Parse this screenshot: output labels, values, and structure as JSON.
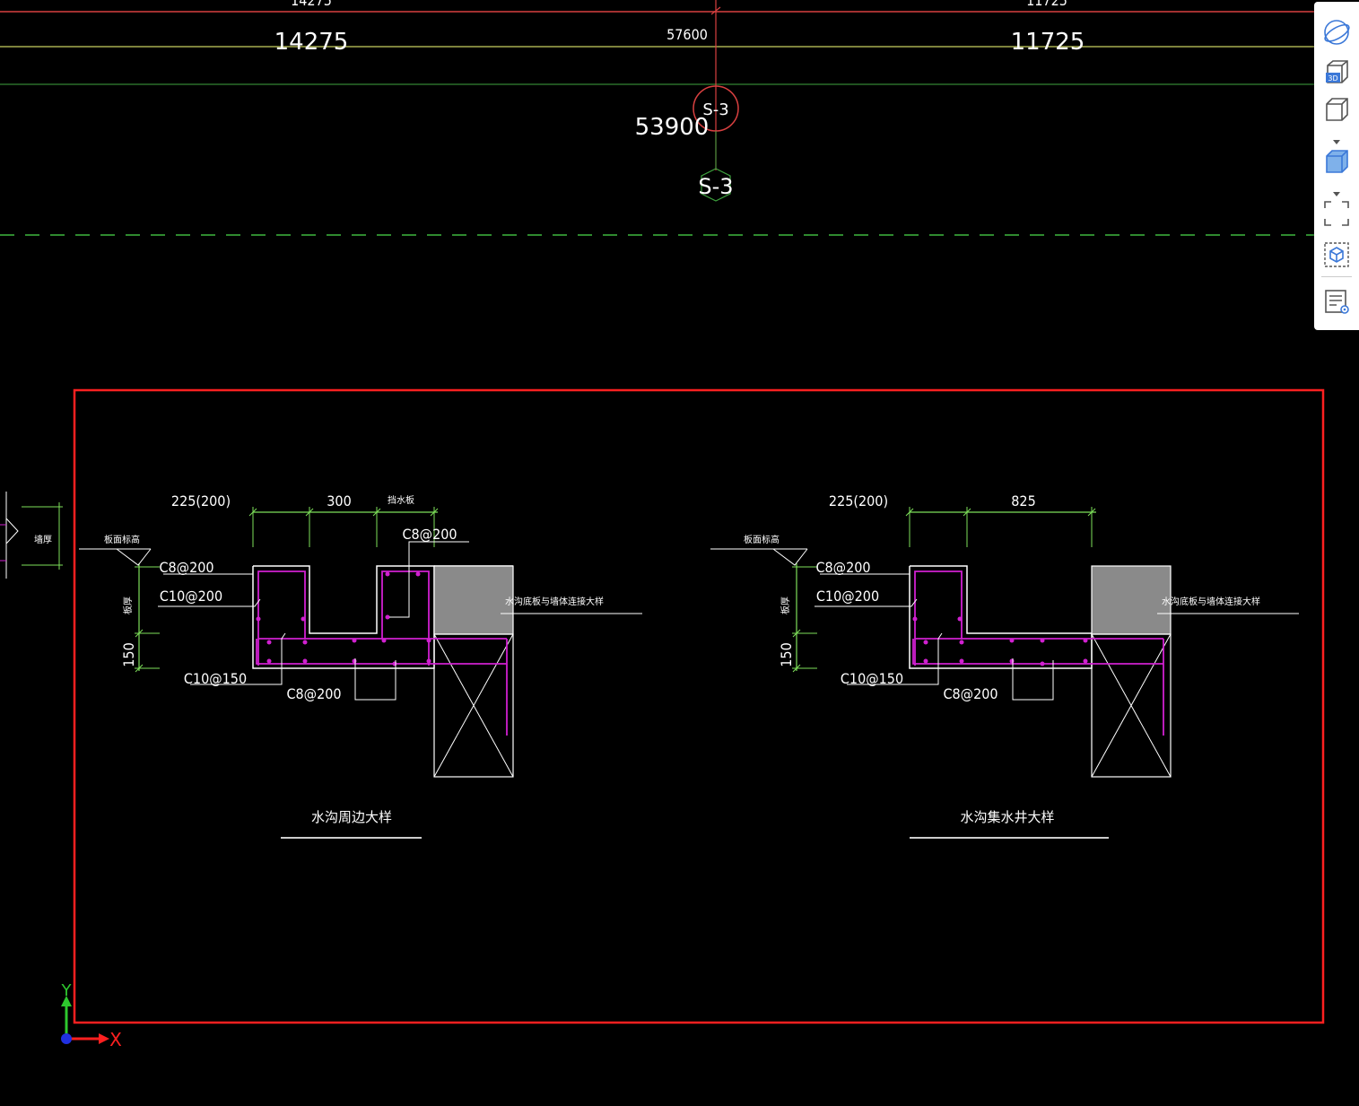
{
  "colors": {
    "background": "#000000",
    "selection_frame": "#ff2020",
    "dimension_green": "#7ee05a",
    "rebar_magenta": "#d020d0",
    "outline_white": "#ffffff",
    "axis_red": "#d84040",
    "ruler_yellow": "#c8d060",
    "toolbar_blue": "#3b78d8"
  },
  "top_dims": {
    "partial_left": "14275",
    "partial_right": "11725",
    "left": "14275",
    "total": "57600",
    "right": "11725",
    "elevation": "53900"
  },
  "axis_bubbles": {
    "red_bubble": "S-3",
    "green_bubble": "S-3"
  },
  "detail_left": {
    "dim_left": "225(200)",
    "dim_mid": "300",
    "dim_small": "挡水板",
    "rebar_top_right": "C8@200",
    "rebar_1": "C8@200",
    "rebar_2": "C10@200",
    "rebar_3": "C10@150",
    "rebar_4": "C8@200",
    "dim_v1": "板厚",
    "dim_v2": "150",
    "note_left": "板面标高",
    "note_right": "水沟底板与墙体连接大样",
    "title": "水沟周边大样"
  },
  "detail_right": {
    "dim_left": "225(200)",
    "dim_mid": "825",
    "rebar_1": "C8@200",
    "rebar_2": "C10@200",
    "rebar_3": "C10@150",
    "rebar_4": "C8@200",
    "dim_v1": "板厚",
    "dim_v2": "150",
    "note_left": "板面标高",
    "note_right": "水沟底板与墙体连接大样",
    "title": "水沟集水井大样"
  },
  "edge_note": "墙厚",
  "ucs": {
    "y": "Y",
    "x": "X"
  },
  "toolbar": {
    "tools": [
      "orbit-icon",
      "view-3d-icon",
      "view-cube-icon",
      "shaded-cube-icon",
      "zoom-extents-icon",
      "component-view-icon",
      "layer-list-icon"
    ]
  }
}
